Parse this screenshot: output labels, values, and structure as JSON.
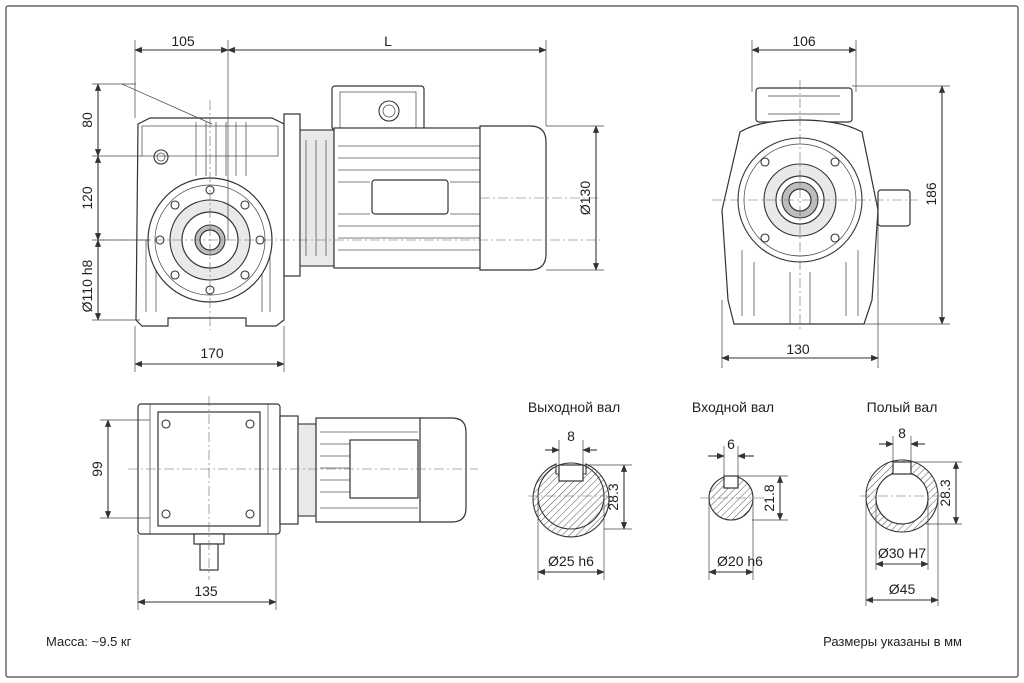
{
  "dimensions": {
    "top_width_105": "105",
    "top_length_L": "L",
    "height_80": "80",
    "height_120": "120",
    "diameter_110": "Ø110 h8",
    "motor_diameter_130": "Ø130",
    "width_170": "170",
    "side_width_106": "106",
    "side_height_186": "186",
    "side_width_130": "130",
    "bottom_height_99": "99",
    "bottom_width_135": "135"
  },
  "shafts": {
    "output": {
      "caption": "Выходной вал",
      "key_width": "8",
      "key_height": "28.3",
      "diameter": "Ø25 h6"
    },
    "input": {
      "caption": "Входной вал",
      "key_width": "6",
      "key_height": "21.8",
      "diameter": "Ø20 h6"
    },
    "hollow": {
      "caption": "Полый вал",
      "key_width": "8",
      "key_height": "28.3",
      "bore": "Ø30 H7",
      "outer": "Ø45"
    }
  },
  "footer": {
    "mass": "Масса: ~9.5 кг",
    "units_note": "Размеры указаны в мм"
  },
  "colors": {
    "line": "#333333",
    "hatch": "#555555",
    "paper": "#ffffff",
    "frame": "#444444"
  }
}
